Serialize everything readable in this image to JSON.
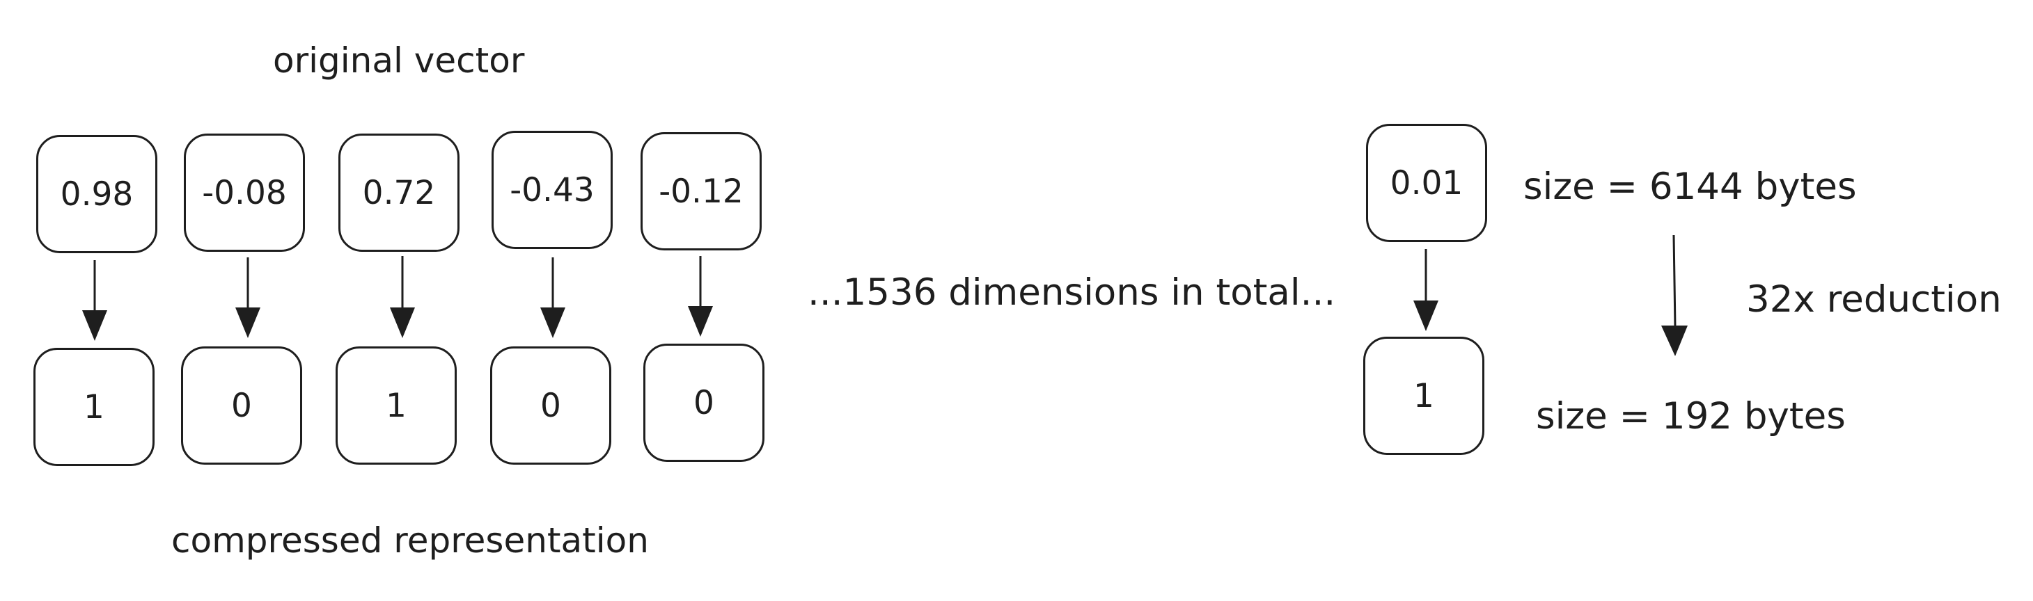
{
  "titles": {
    "original": "original vector",
    "compressed": "compressed representation"
  },
  "original_values": [
    "0.98",
    "-0.08",
    "0.72",
    "-0.43",
    "-0.12"
  ],
  "compressed_values": [
    "1",
    "0",
    "1",
    "0",
    "0"
  ],
  "middle_text": "...1536 dimensions in total...",
  "example": {
    "original_value": "0.01",
    "compressed_value": "1",
    "original_size": "size = 6144 bytes",
    "compressed_size": "size = 192 bytes",
    "reduction": "32x reduction"
  },
  "colors": {
    "stroke": "#1e1e1e",
    "background": "#ffffff"
  }
}
